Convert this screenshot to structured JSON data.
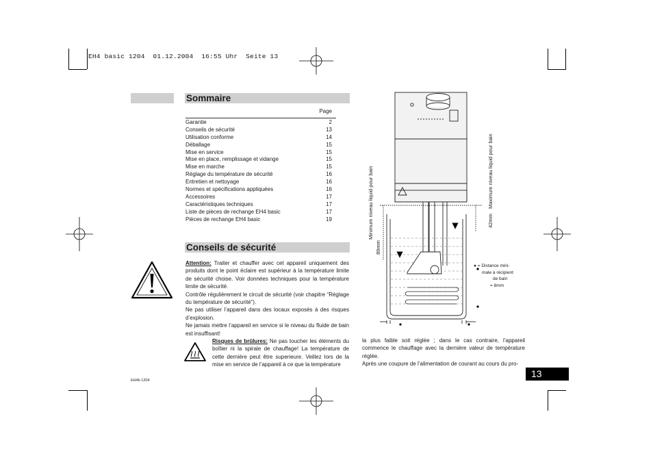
{
  "slug": "EH4 basic 1204  01.12.2004  16:55 Uhr  Seite 13",
  "sommaire": {
    "title": "Sommaire",
    "page_header": "Page",
    "items": [
      {
        "label": "Garantie",
        "page": "2"
      },
      {
        "label": "Conseils de sécurité",
        "page": "13"
      },
      {
        "label": "Utilisation conforme",
        "page": "14"
      },
      {
        "label": "Déballage",
        "page": "15"
      },
      {
        "label": "Mise en service",
        "page": "15"
      },
      {
        "label": "Mise en place, remplissage et vidange",
        "page": "15"
      },
      {
        "label": "Mise en marche",
        "page": "15"
      },
      {
        "label": "Réglage du température de sécurité",
        "page": "16"
      },
      {
        "label": "Entretien et nettoyage",
        "page": "16"
      },
      {
        "label": "Normes et spécifications appliquées",
        "page": "16"
      },
      {
        "label": "Accessoires",
        "page": "17"
      },
      {
        "label": "Caractéristiques techniques",
        "page": "17"
      },
      {
        "label": "Liste de pièces de rechange  EH4 basic",
        "page": "17"
      },
      {
        "label": "Pièces de rechange  EH4 basic",
        "page": "19"
      }
    ]
  },
  "conseils": {
    "title": "Conseils de sécurité",
    "attention_label": "Attention:",
    "attention_text": " Traiter et chauffer avec cet appareil uniquement des produits dont le point éclaire est supérieur à la température limite de sécurité choise. Voir données techniques pour la température limite de sécurité.",
    "p2": "Contrôle régulièrement le circuit de sécurité (voir chapitre “Réglage du température de sécurité”).",
    "p3": "Ne pas utiliser l’appareil dans des locaux exposés à des risques d’explosion.",
    "p4": "Ne jamais mettre l’appareil en service si le niveau du fluide de bain est insuffisant!",
    "burn_label": "Risques de brûlures:",
    "burn_text": " Ne pas toucher les éléments du boîtier ni la spirale de chauffage! La température de cette dernière peut être superieure. Veillez lors de la mise en service de l’appareil à ce que la température"
  },
  "right_column": {
    "p1": "la plus faible soit réglée ; dans le cas contraire, l’appareil commence le chauffage avec la dernière valeur de température réglée.",
    "p2": "Après une coupure de l’alimentation de courant au cours du pro-"
  },
  "diagram": {
    "min_label": "Minimum niveau liquid pour bain",
    "min_value": "89mm",
    "max_label": "Maximum niveau liquid pour bain",
    "max_value": "42mm",
    "legend_bullet": "●",
    "legend_line1": "= Distance mini-",
    "legend_line2": "male à récipient",
    "legend_line3": "de bain",
    "legend_line4": "= 8mm"
  },
  "page_number": "13",
  "footer": "EH4b  1204"
}
